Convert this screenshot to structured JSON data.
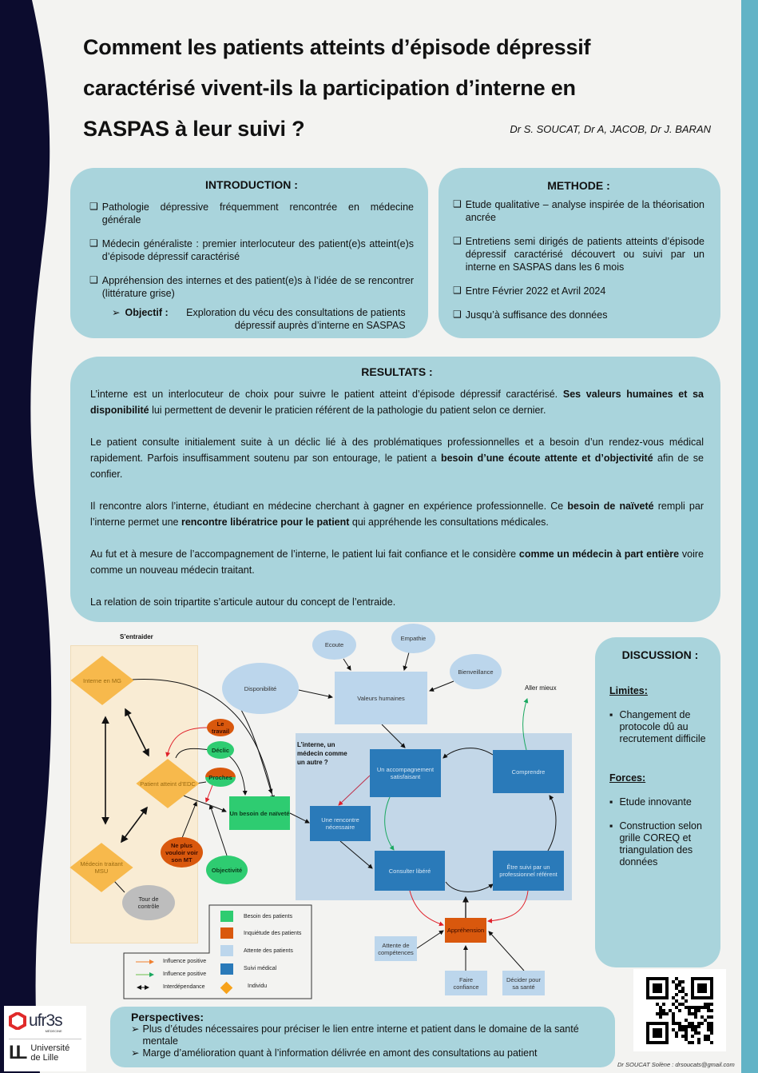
{
  "header": {
    "title_lines": [
      "Comment les patients atteints d’épisode dépressif",
      "caractérisé vivent-ils la participation d’interne en",
      "SASPAS à leur suivi ?"
    ],
    "authors": "Dr S. SOUCAT, Dr A, JACOB, Dr J. BARAN"
  },
  "introduction": {
    "heading": "INTRODUCTION :",
    "items": [
      "Pathologie dépressive fréquemment rencontrée en médecine générale",
      "Médecin généraliste : premier interlocuteur des patient(e)s atteint(e)s d’épisode dépressif caractérisé",
      "Appréhension des internes et des patient(e)s à l’idée de se rencontrer (littérature grise)"
    ],
    "objective_label": "Objectif :",
    "objective_text": "Exploration du vécu des consultations de patients dépressif auprès d’interne en SASPAS"
  },
  "methode": {
    "heading": "METHODE :",
    "items": [
      "Etude qualitative – analyse inspirée de la théorisation ancrée",
      "Entretiens semi dirigés de patients atteints d’épisode dépressif caractérisé découvert ou suivi par un interne en SASPAS dans les 6 mois",
      "Entre Février 2022 et Avril 2024",
      "Jusqu’à suffisance des données"
    ]
  },
  "resultats": {
    "heading": "RESULTATS :",
    "p1a": "L’interne est un interlocuteur de choix pour suivre le patient atteint d’épisode dépressif caractérisé. ",
    "p1b": "Ses valeurs humaines et sa disponibilité",
    "p1c": " lui permettent de devenir le praticien référent de la pathologie du patient selon ce dernier.",
    "p2a": "Le patient consulte initialement suite à un déclic lié à des problématiques professionnelles et a besoin d’un rendez-vous médical rapidement. Parfois insuffisamment soutenu par son entourage, le patient a ",
    "p2b": "besoin d’une écoute attente et d’objectivité",
    "p2c": " afin de se confier.",
    "p3a": "Il rencontre alors l’interne, étudiant en médecine cherchant à gagner en expérience professionnelle. Ce ",
    "p3b": "besoin de naïveté",
    "p3c": " rempli par l’interne permet une ",
    "p3d": "rencontre libératrice pour le patient",
    "p3e": " qui appréhende les consultations médicales.",
    "p4a": "Au fut et à mesure de l’accompagnement de l’interne, le patient lui fait confiance et le considère ",
    "p4b": "comme un médecin à part entière",
    "p4c": " voire comme un nouveau médecin traitant.",
    "p5": "La relation de soin tripartite s’articule autour du concept de l’entraide."
  },
  "diagram": {
    "group_label": "S’entraider",
    "interne_mg": "Interne en MG",
    "patient_edc": "Patient atteint d’EDC",
    "medecin_msu": "Médecin traitant MSU",
    "le_travail": "Le travail",
    "declic": "Déclic",
    "proches": "Proches",
    "ne_plus": "Ne plus vouloir voir son MT",
    "objectivite": "Objectivité",
    "tour": "Tour de contrôle",
    "naivete": "Un besoin de naïveté",
    "disponibilite": "Disponibilité",
    "ecoute": "Ecoute",
    "empathie": "Empathie",
    "bienveillance": "Bienveillance",
    "valeurs": "Valeurs humaines",
    "aller_mieux": "Aller mieux",
    "panel_label": "L’interne, un médecin comme un autre ?",
    "accompagnement": "Un accompagnement satisfaisant",
    "comprendre": "Comprendre",
    "rencontre": "Une rencontre nécessaire",
    "consulter": "Consulter libéré",
    "etre_suivi": "Être suivi par un professionnel référent",
    "apprehension": "Appréhension",
    "attente_comp": "Attente de compétences",
    "faire_confiance": "Faire confiance",
    "decider": "Décider pour sa santé",
    "legend": {
      "besoin": "Besoin des patients",
      "inquietude": "Inquiétude des patients",
      "attente": "Attente des patients",
      "suivi": "Suivi médical",
      "individu": "Individu",
      "infl1": "Influence positive",
      "infl2": "Influence positive",
      "interdep": "Interdépendance"
    }
  },
  "discussion": {
    "heading": "DISCUSSION :",
    "limites": "Limites:",
    "limites_items": [
      "Changement de protocole dû au recrutement difficile"
    ],
    "forces": "Forces:",
    "forces_items": [
      "Etude innovante",
      "Construction selon grille COREQ et triangulation des données"
    ]
  },
  "perspectives": {
    "heading": "Perspectives:",
    "items": [
      "Plus d’études nécessaires pour préciser le lien entre interne et patient dans le domaine de la santé mentale",
      "Marge d’amélioration quant à l’information délivrée en amont des consultations au patient"
    ]
  },
  "logos": {
    "ufr": "ufr3s",
    "ufr_sub": "MÉDECINE",
    "univ": "Université de Lille"
  },
  "footer": {
    "contact": "Dr SOUCAT Solène : drsoucats@gmail.com"
  },
  "colors": {
    "navy": "#0c0c2e",
    "teal": "#62b3c6",
    "box": "#a9d4dc"
  }
}
